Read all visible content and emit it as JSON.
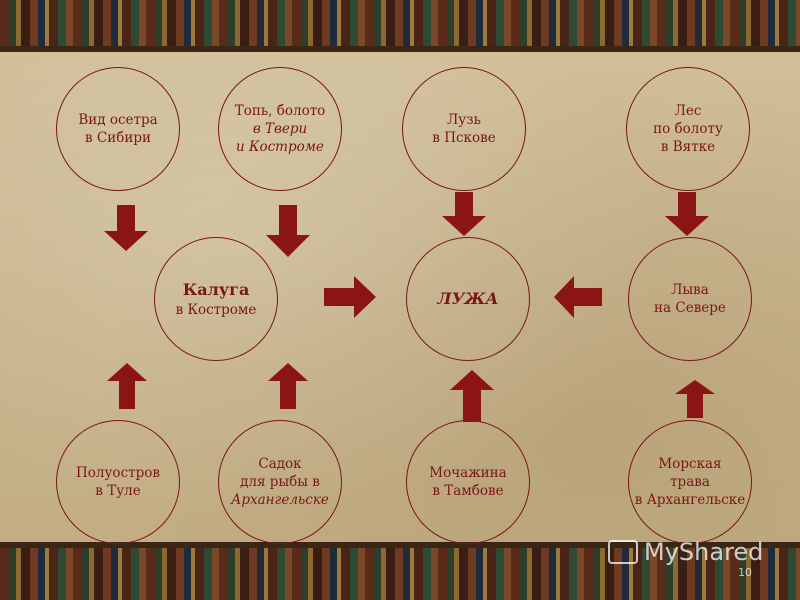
{
  "nodes": {
    "osetr": {
      "line1": "Вид осетра",
      "line2": "в Сибири"
    },
    "top": {
      "line1": "Топь, болото",
      "line2": "в Твери",
      "line3": "и Костроме"
    },
    "luz": {
      "line1": "Лузь",
      "line2": "в Пскове"
    },
    "les": {
      "line1": "Лес",
      "line2": "по болоту",
      "line3": "в Вятке"
    },
    "kaluga": {
      "line1": "Калуга",
      "line2": "в Костроме"
    },
    "luzha": {
      "line1": "ЛУЖА"
    },
    "lyva": {
      "line1": "Лыва",
      "line2": "на Севере"
    },
    "poluostrov": {
      "line1": "Полуостров",
      "line2": "в Туле"
    },
    "sadok": {
      "line1": "Садок",
      "line2": "для рыбы в",
      "line3": "Архангельске"
    },
    "mochazhina": {
      "line1": "Мочажина",
      "line2": "в Тамбове"
    },
    "morskaya": {
      "line1": "Морская",
      "line2": "трава",
      "line3": "в Архангельске"
    }
  },
  "watermark": "MyShared",
  "page_number": "10",
  "colors": {
    "accent": "#7a1616",
    "arrow": "#8b1414",
    "background": "#c9b791"
  }
}
